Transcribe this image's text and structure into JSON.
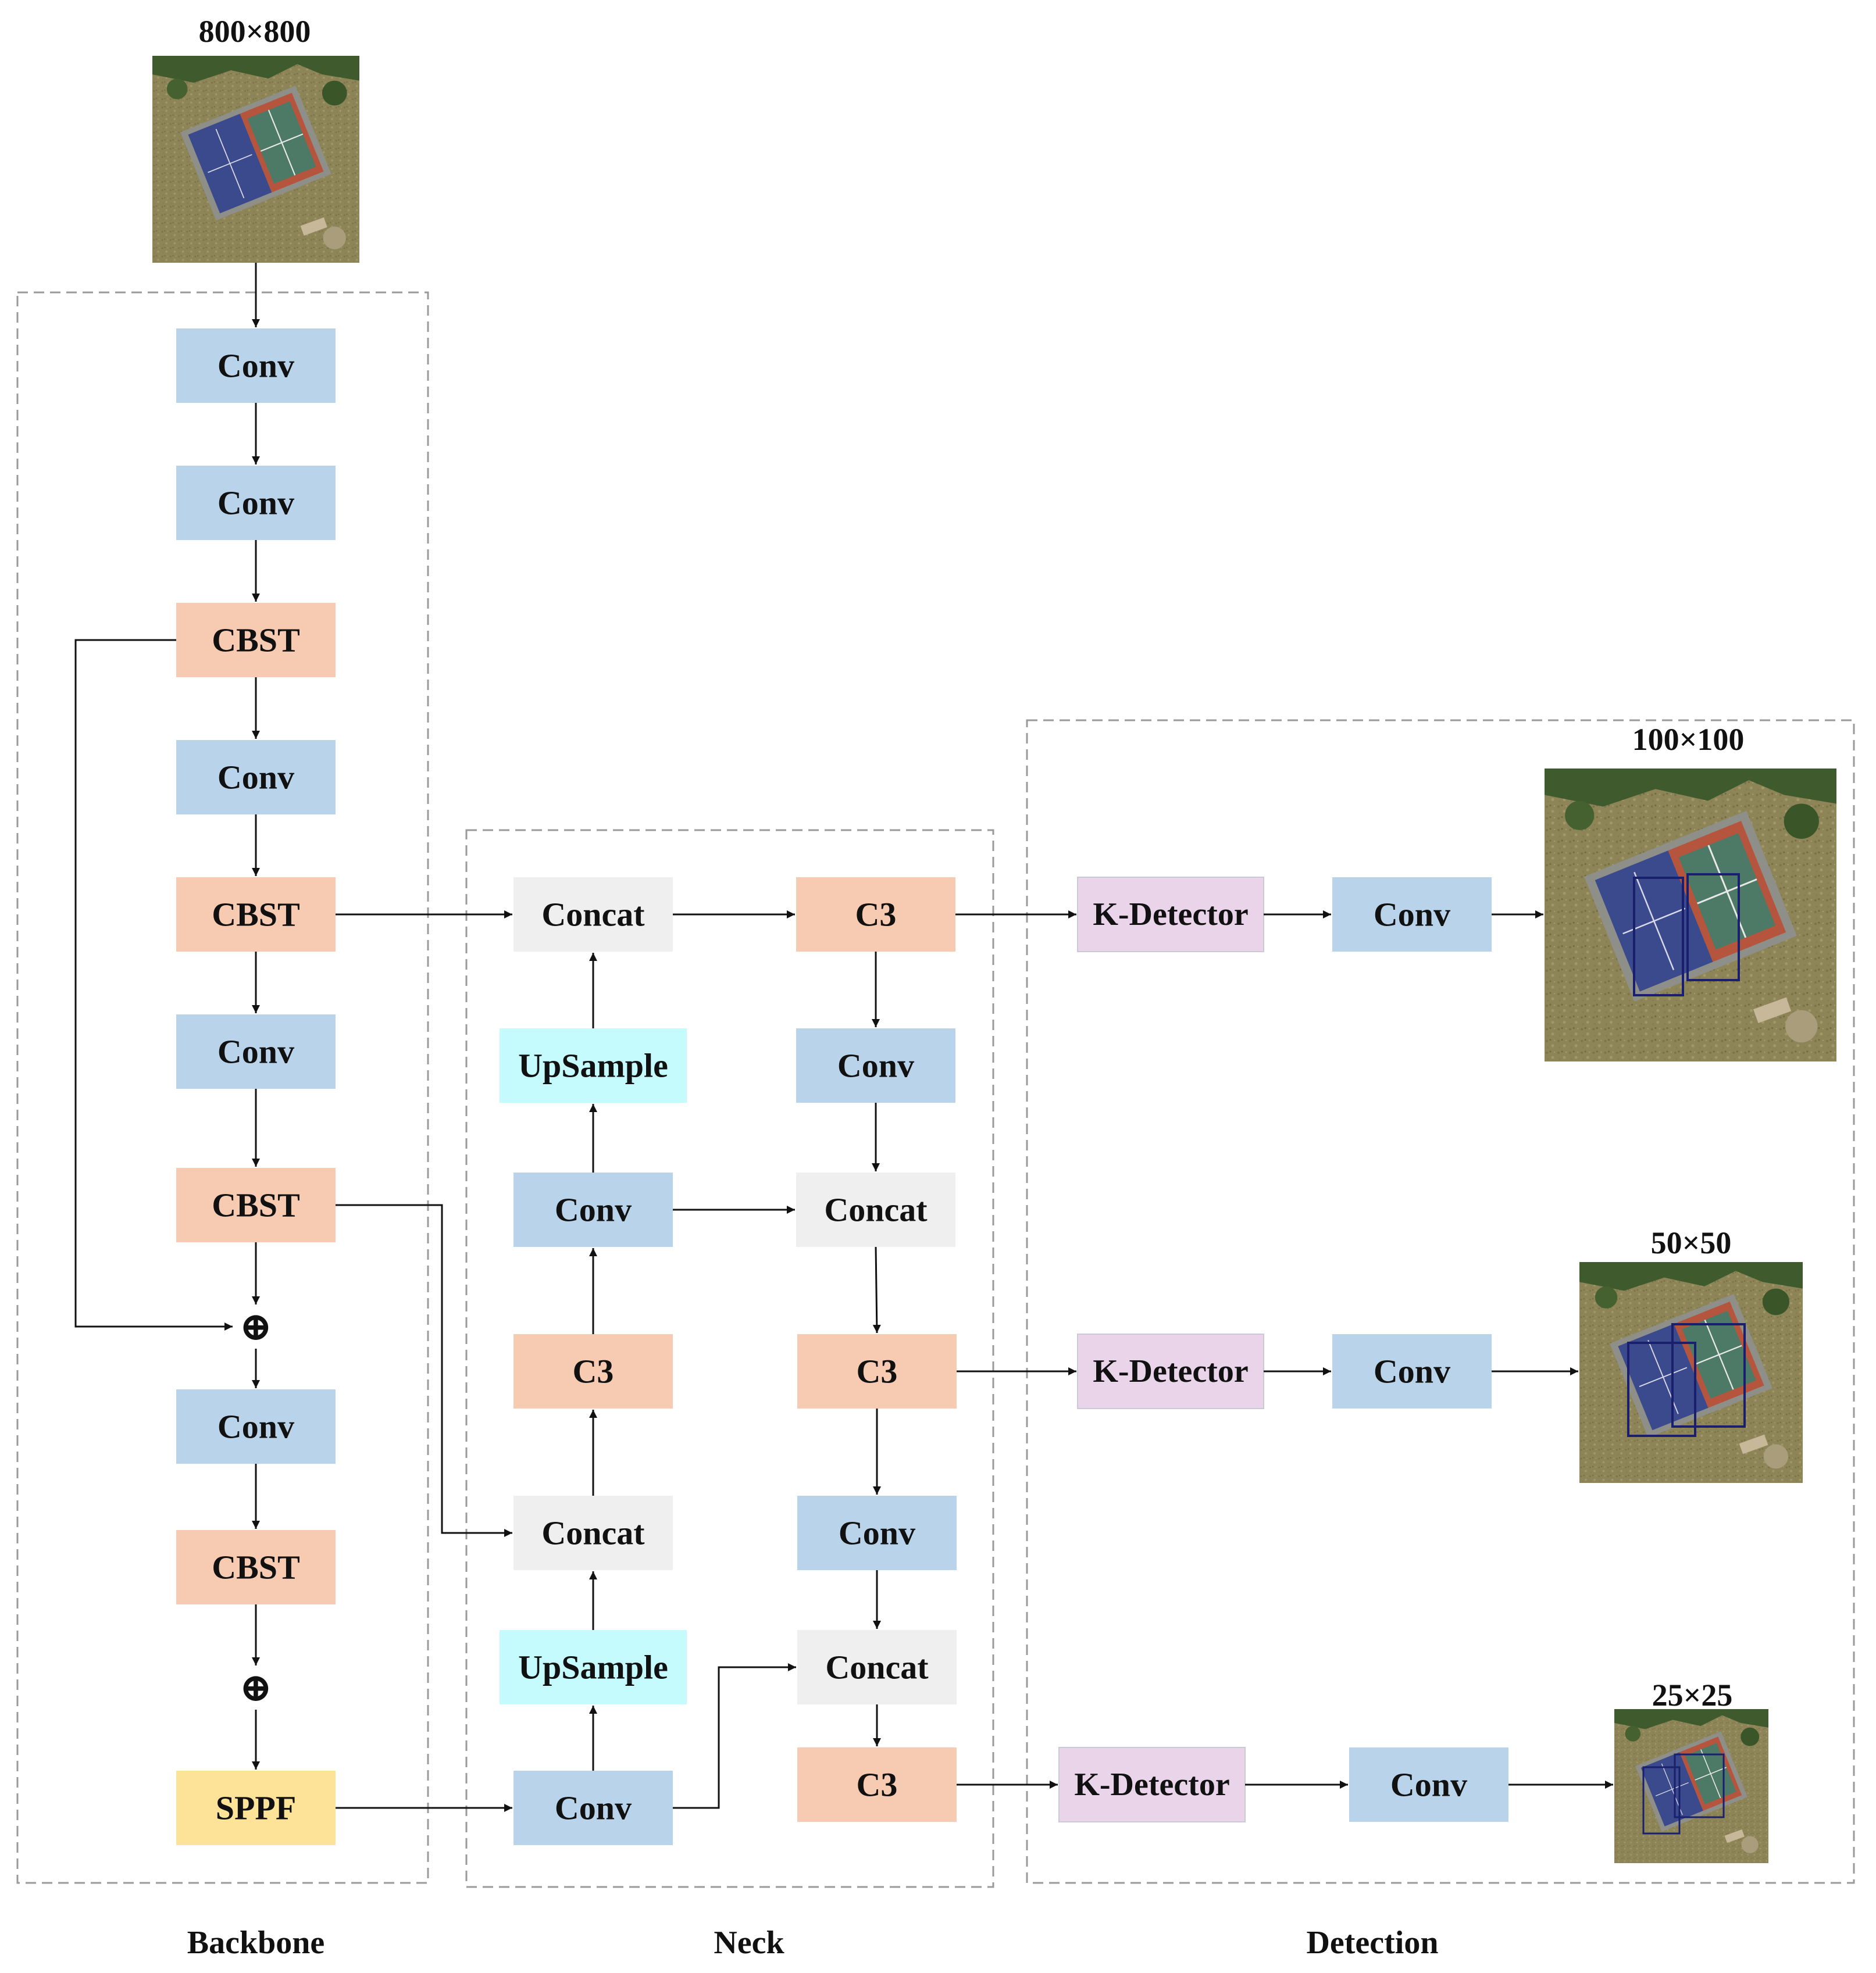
{
  "colors": {
    "conv": "#b9d3ea",
    "cbst": "#f6cbb2",
    "concat": "#efefef",
    "c3": "#f6cbb2",
    "upsample": "#c5fbfd",
    "sppf": "#fde398",
    "kdetector": "#e9d4ea",
    "line": "#111111",
    "dashed": "#9a9a9a",
    "bg": "#ffffff"
  },
  "sections": {
    "backbone": "Backbone",
    "neck": "Neck",
    "detection": "Detection"
  },
  "sizes": {
    "input": "800×800",
    "out1": "100×100",
    "out2": "50×50",
    "out3": "25×25"
  },
  "backbone": {
    "conv1": "Conv",
    "conv2": "Conv",
    "cbst1": "CBST",
    "conv3": "Conv",
    "cbst2": "CBST",
    "conv4": "Conv",
    "cbst3": "CBST",
    "plus1": "⊕",
    "conv5": "Conv",
    "cbst4": "CBST",
    "plus2": "⊕",
    "sppf": "SPPF"
  },
  "neck": {
    "concat1": "Concat",
    "upsample1": "UpSample",
    "conv1": "Conv",
    "c3_1": "C3",
    "concat2": "Concat",
    "upsample2": "UpSample",
    "conv2": "Conv",
    "c3_top": "C3",
    "conv3": "Conv",
    "concat3": "Concat",
    "c3_mid": "C3",
    "conv4": "Conv",
    "concat4": "Concat",
    "c3_bot": "C3"
  },
  "detection": {
    "kdet1": "K-Detector",
    "conv1": "Conv",
    "kdet2": "K-Detector",
    "conv2": "Conv",
    "kdet3": "K-Detector",
    "conv3": "Conv"
  },
  "icons": {
    "input_image": "aerial-tennis-court-image",
    "output_image": "aerial-tennis-court-detection-image"
  }
}
